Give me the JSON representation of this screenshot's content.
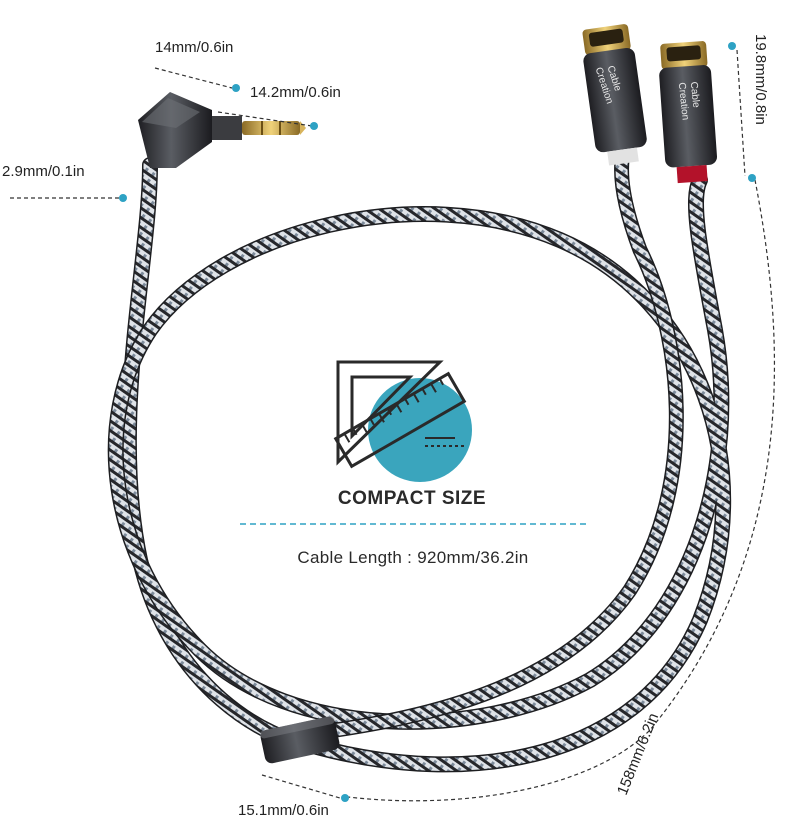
{
  "dimensions": {
    "plug_length_a": "14mm/0.6in",
    "plug_length_b": "14.2mm/0.6in",
    "plug_diameter": "2.9mm/0.1in",
    "rca_length": "19.8mm/0.8in",
    "split_length": "158mm/6.2in",
    "splitter_length": "15.1mm/0.6in"
  },
  "center": {
    "title": "COMPACT SIZE",
    "cable_length": "Cable Length : 920mm/36.2in"
  },
  "brand": {
    "line1": "Cable",
    "line2": "Creation"
  },
  "colors": {
    "accent": "#2ea2c4",
    "cable_dark": "#2b2b2f",
    "cable_light": "#d9dde2",
    "rca_gold": "#c8a04a",
    "red_ring": "#b3122a"
  }
}
